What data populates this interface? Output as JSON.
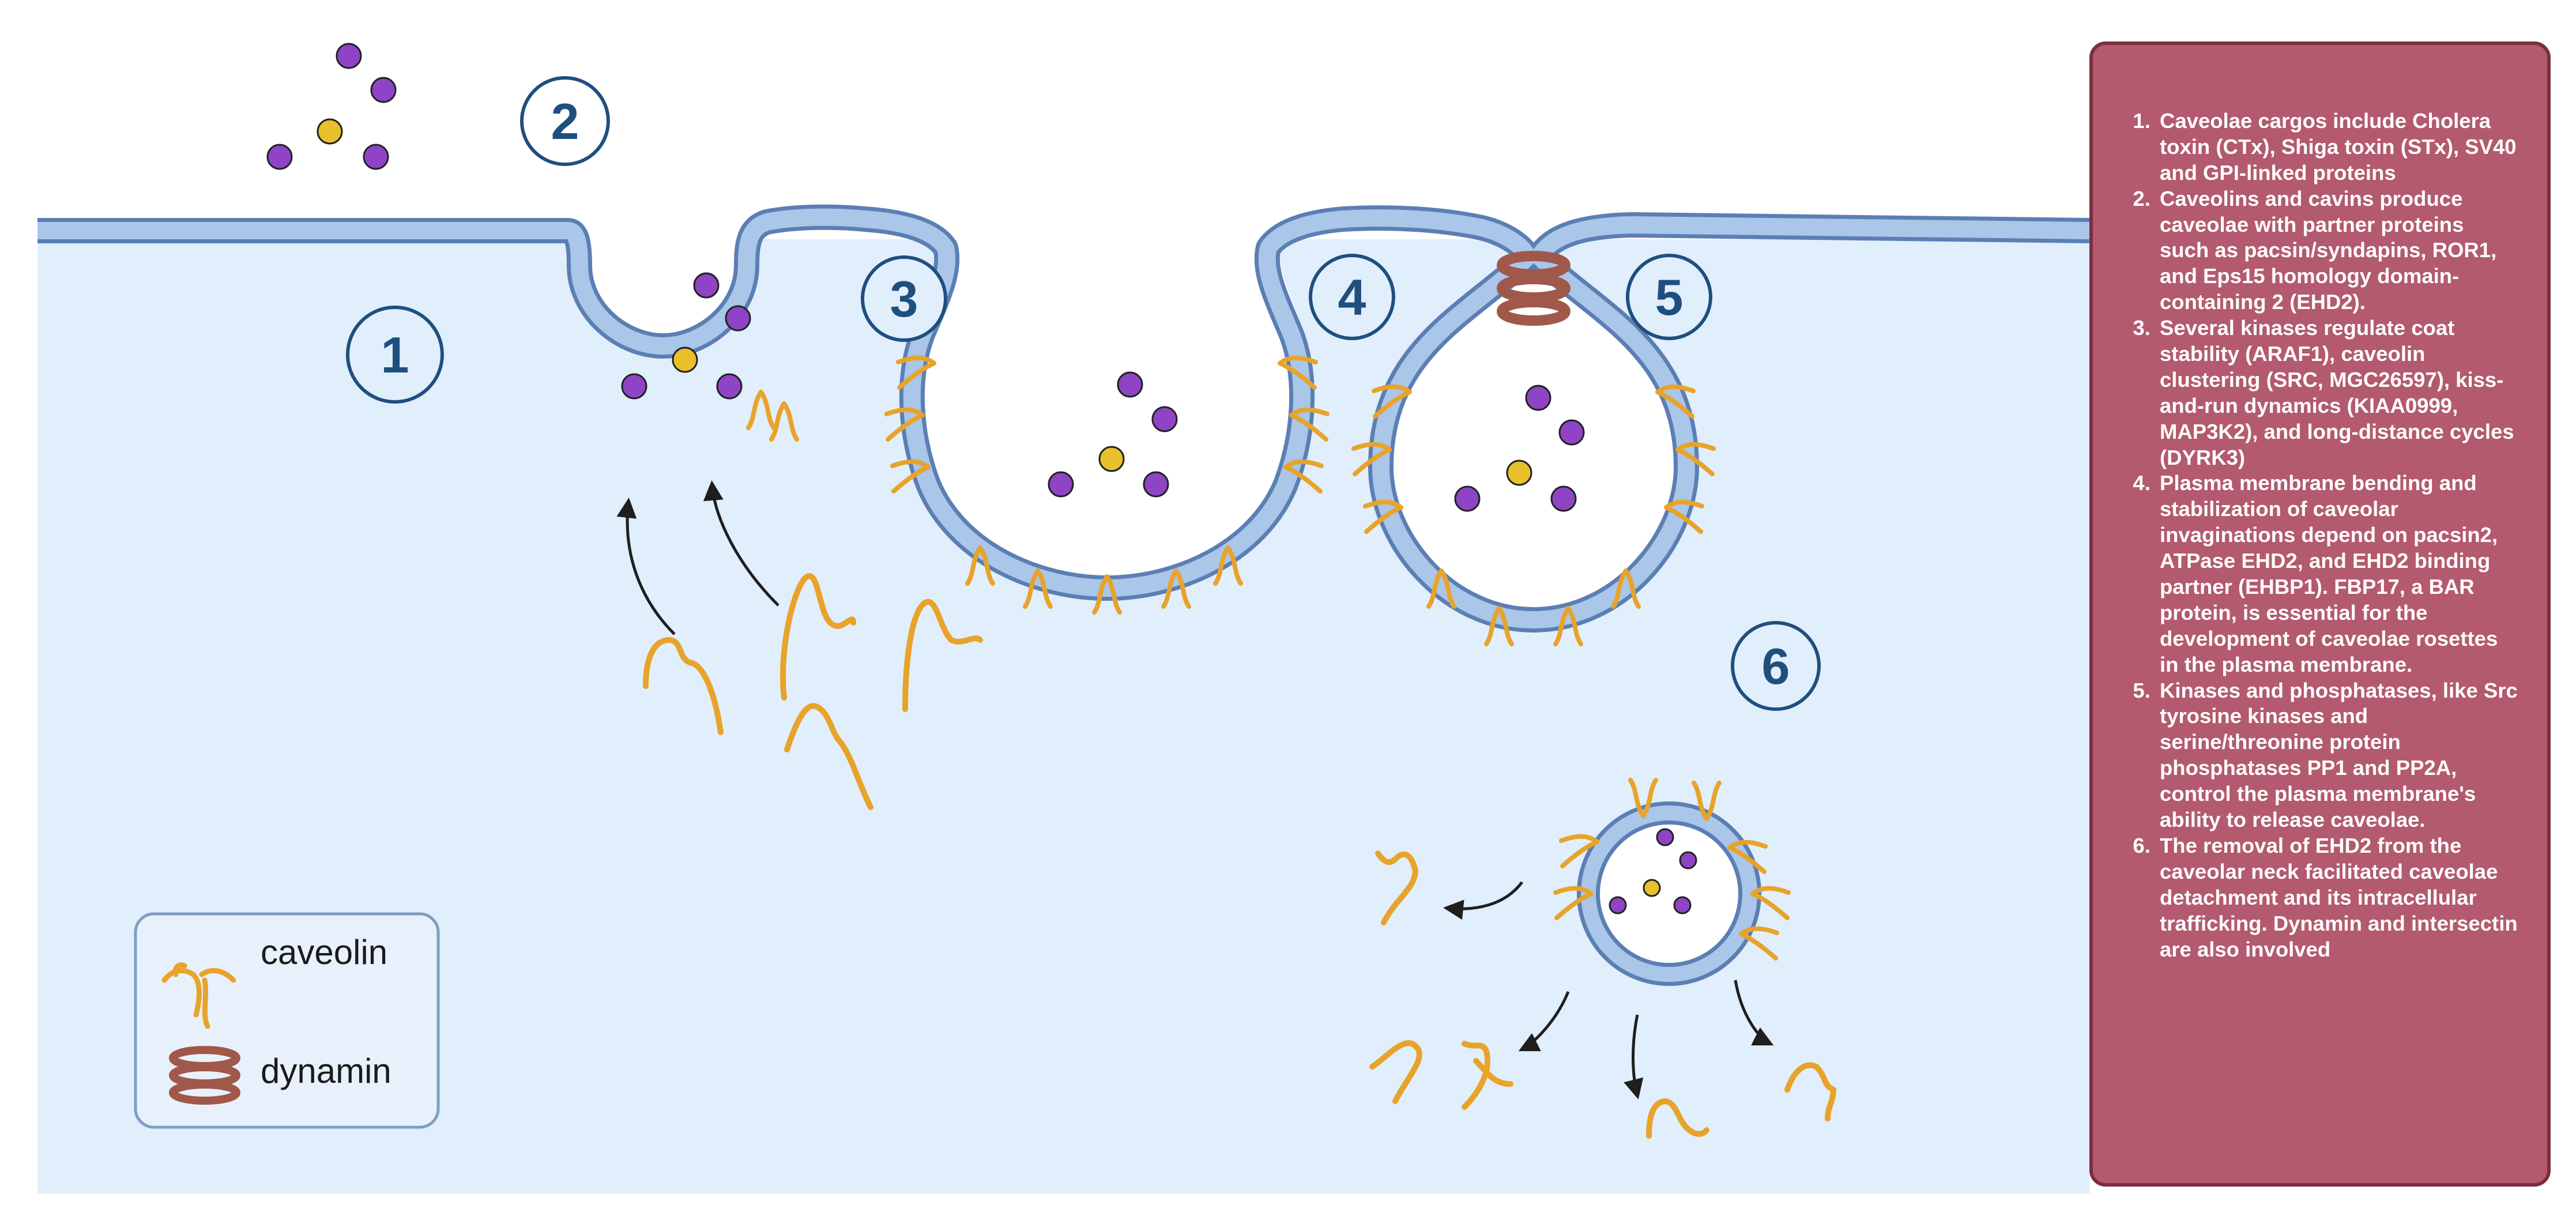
{
  "steps": [
    "1",
    "2",
    "3",
    "4",
    "5",
    "6"
  ],
  "legend": {
    "caveolin_label": "caveolin",
    "dynamin_label": "dynamin"
  },
  "notes": [
    "Caveolae cargos include Cholera toxin (CTx), Shiga toxin (STx), SV40  and GPI-linked proteins",
    "Caveolins and cavins produce caveolae with partner proteins such as pacsin/syndapins, ROR1, and Eps15 homology domain-containing 2 (EHD2).",
    "Several kinases regulate coat stability (ARAF1), caveolin clustering (SRC, MGC26597), kiss-and-run dynamics (KIAA0999, MAP3K2), and long-distance cycles (DYRK3)",
    "Plasma membrane bending and stabilization of caveolar invaginations depend on pacsin2, ATPase EHD2, and EHD2 binding partner (EHBP1). FBP17, a BAR protein, is essential for the development of caveolae rosettes in the plasma membrane.",
    "Kinases and phosphatases, like Src tyrosine kinases and serine/threonine protein phosphatases PP1 and PP2A, control the plasma membrane's ability to release caveolae.",
    "The removal of EHD2 from the caveolar neck facilitated caveolae detachment and its intracellular trafficking. Dynamin and intersectin are also involved"
  ],
  "colors": {
    "cytoplasm": "#e1eefb",
    "membrane_fill": "#aac6e8",
    "membrane_edge": "#5b7fb4",
    "cargo_purple": "#8e44c4",
    "cargo_yellow": "#e8c02a",
    "caveolin": "#e8a32a",
    "dynamin": "#a0584a",
    "step_label": "#1e4f7e",
    "panel_fill": "#b35a6e",
    "panel_border": "#7c2e42"
  },
  "icons": [
    "caveolin-protein-icon",
    "dynamin-ring-icon",
    "cargo-molecule-icon",
    "arrow-icon"
  ]
}
